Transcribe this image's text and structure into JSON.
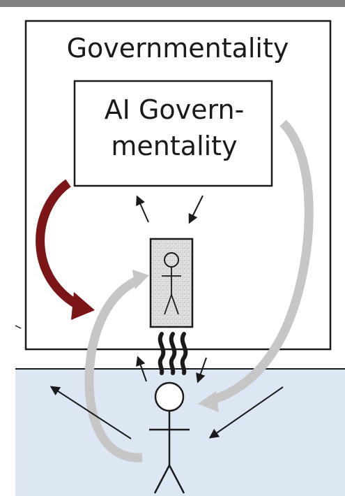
{
  "outer_box": {
    "title": "Governmentality"
  },
  "inner_box": {
    "line1": "AI Govern-",
    "line2": "mentality"
  },
  "colors": {
    "ground": "#dce7f3",
    "top_bar": "#7f7f7f",
    "box_stroke": "#1a1a1a",
    "red_arrow": "#7b1518",
    "grey_arrow": "#bcbcbc",
    "person_stroke": "#1a1a1a"
  },
  "icons": [
    "person-figure-icon",
    "digital-person-icon",
    "wavy-lines-icon"
  ]
}
